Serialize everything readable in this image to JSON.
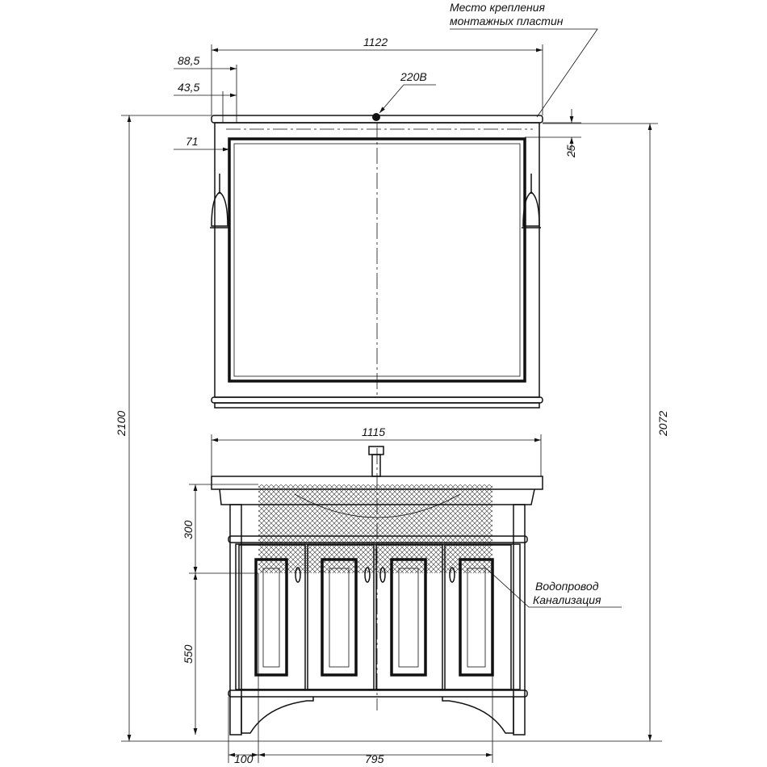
{
  "labels": {
    "mount_line1": "Место крепления",
    "mount_line2": "монтажных пластин",
    "power": "220В",
    "water_line1": "Водопровод",
    "water_line2": "Канализация"
  },
  "dimensions": {
    "mirror_width": "1122",
    "offset_88": "88,5",
    "offset_43": "43,5",
    "offset_71": "71",
    "offset_25": "25",
    "total_height": "2100",
    "mount_height": "2072",
    "vanity_width": "1115",
    "zone_300": "300",
    "zone_550": "550",
    "left_100": "100",
    "zone_795": "795"
  }
}
